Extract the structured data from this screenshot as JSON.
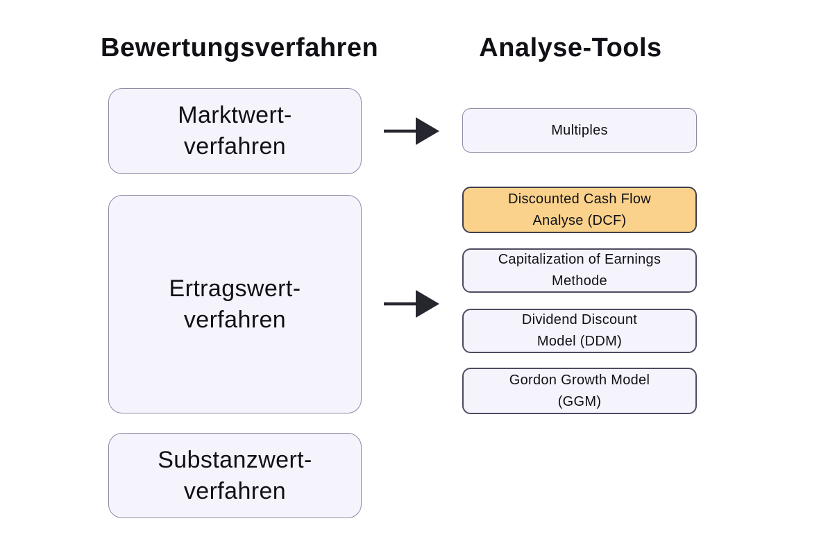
{
  "left_column": {
    "title": "Bewertungsverfahren",
    "marktwert": {
      "line1": "Marktwert-",
      "line2": "verfahren"
    },
    "ertragswert": {
      "line1": "Ertragswert-",
      "line2": "verfahren"
    },
    "substanzwert": {
      "line1": "Substanzwert-",
      "line2": "verfahren"
    }
  },
  "right_column": {
    "title": "Analyse-Tools",
    "multiples": {
      "label": "Multiples"
    },
    "dcf": {
      "line1": "Discounted Cash Flow",
      "line2": "Analyse (DCF)",
      "highlighted": true
    },
    "capitalization": {
      "line1": "Capitalization of Earnings",
      "line2": "Methode"
    },
    "ddm": {
      "line1": "Dividend Discount",
      "line2": "Model (DDM)"
    },
    "ggm": {
      "line1": "Gordon Growth Model",
      "line2": "(GGM)"
    }
  },
  "colors": {
    "text": "#101016",
    "box_fill": "#f5f3fb",
    "border_light": "#8b8ba6",
    "border_dark": "#4c4c62",
    "highlight_fill": "#fbd28b",
    "highlight_border": "#3f3f4d",
    "arrow": "#26262e"
  }
}
